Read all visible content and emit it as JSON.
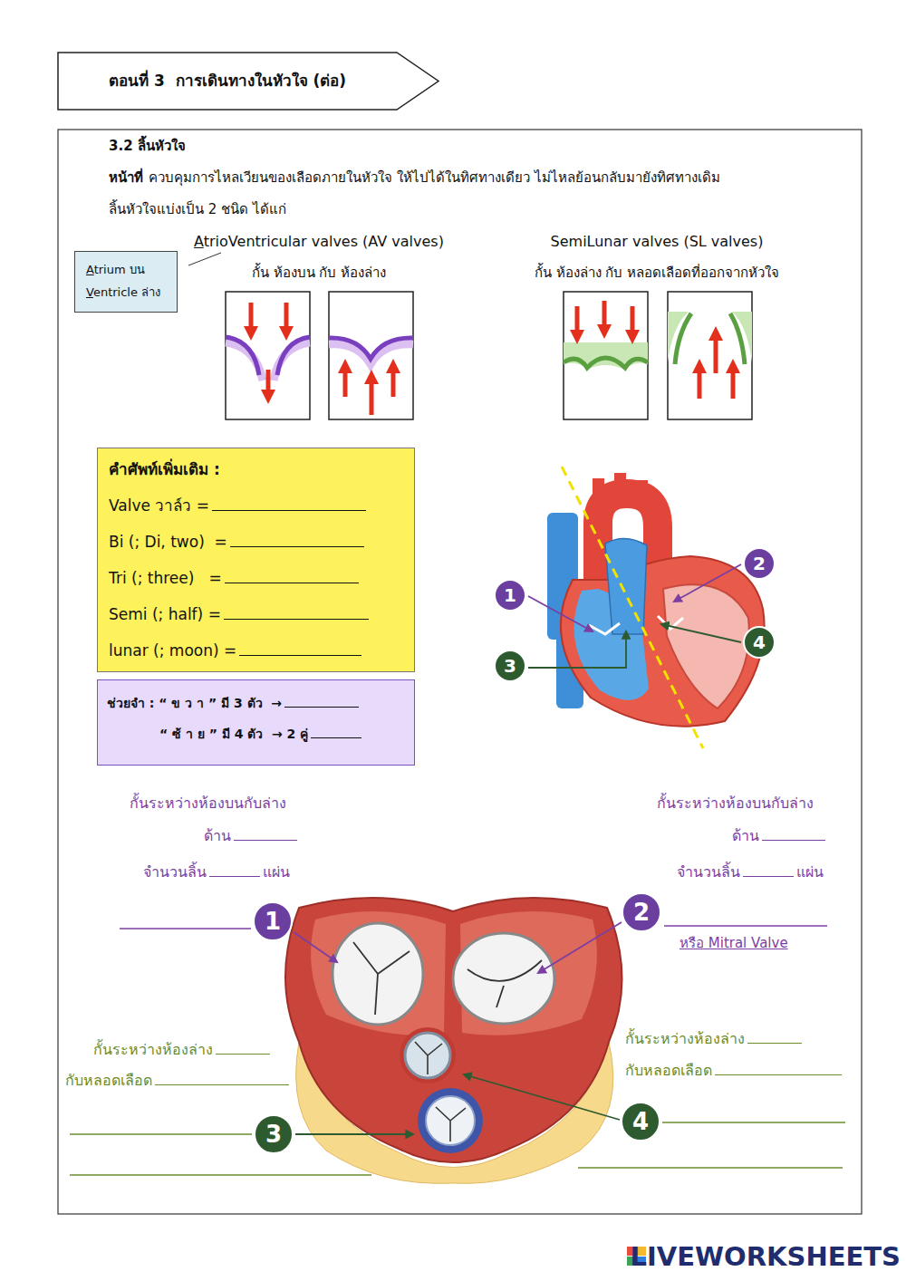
{
  "diagram": {
    "nodes": [
      {
        "text": [
          "ตอนที่ 3  การเดินทางในหัวใจ (ต่อ)"
        ]
      },
      {
        "text": [
          "Atrium บน",
          "Ventricle ล่าง"
        ]
      },
      {
        "text": [
          "คำศัพท์เพิ่มเติม :",
          "Valve วาล์ว =",
          "Bi (; Di, two)  =",
          "Tri (; three)   =",
          "Semi (; half) =",
          "lunar (; moon) ="
        ]
      },
      {
        "text": [
          "ช่วยจำ : “ ข ว า ” มี 3 ตัว  →",
          "“ ซ้ า ย ” มี 4 ตัว  → 2 คู่"
        ]
      },
      {
        "text": [
          "1"
        ]
      },
      {
        "text": [
          "2"
        ]
      },
      {
        "text": [
          "3"
        ]
      },
      {
        "text": [
          "4"
        ]
      },
      {
        "text": [
          "1"
        ]
      },
      {
        "text": [
          "2"
        ]
      },
      {
        "text": [
          "3"
        ]
      },
      {
        "text": [
          "4"
        ]
      }
    ],
    "labels": [
      "3.2 ลิ้นหัวใจ",
      "หน้าที่",
      "ควบคุมการไหลเวียนของเลือดภายในหัวใจ ให้ไปได้ในทิศทางเดียว ไม่ไหลย้อนกลับมายังทิศทางเดิม",
      "ลิ้นหัวใจแบ่งเป็น 2 ชนิด ได้แก่",
      "AtrioVentricular valves (AV valves)",
      "กั้น ห้องบน กับ ห้องล่าง",
      "SemiLunar valves (SL valves)",
      "กั้น ห้องล่าง กับ หลอดเลือดที่ออกจากหัวใจ",
      "กั้นระหว่างห้องบนกับล่าง",
      "ด้าน",
      "จำนวนลิ้น",
      "แผ่น",
      "กั้นระหว่างห้องบนกับล่าง",
      "ด้าน",
      "จำนวนลิ้น",
      "แผ่น",
      "หรือ Mitral Valve",
      "กั้นระหว่างห้องล่าง",
      "กับหลอดเลือด",
      "กั้นระหว่างห้องล่าง",
      "กับหลอดเลือด",
      "LIVEWORKSHEETS"
    ]
  }
}
